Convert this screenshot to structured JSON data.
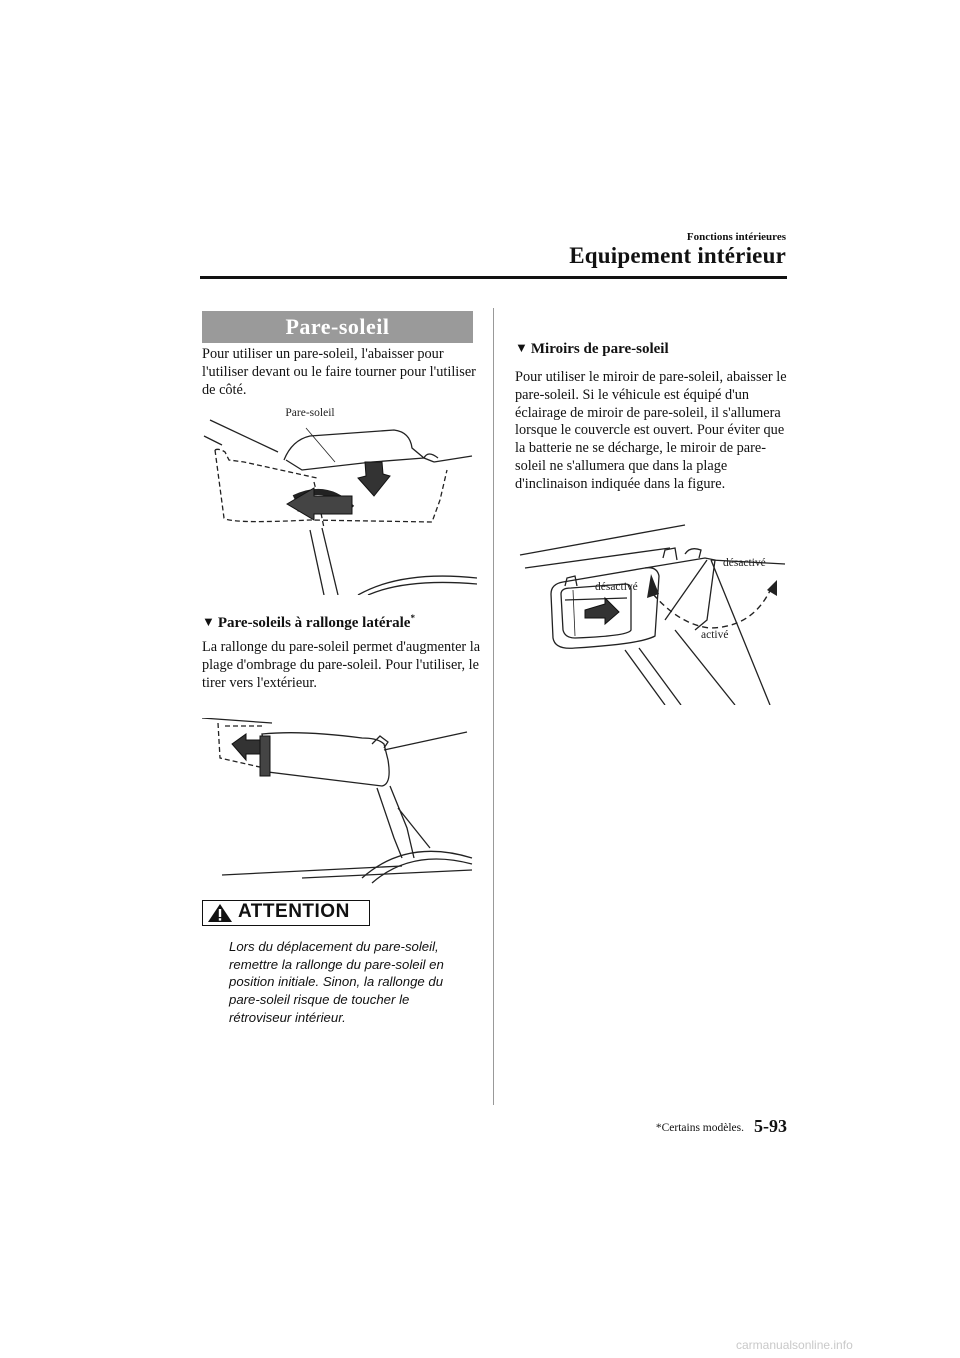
{
  "header": {
    "section": "Fonctions intérieures",
    "title": "Equipement intérieur"
  },
  "left_column": {
    "banner": "Pare-soleil",
    "intro": "Pour utiliser un pare-soleil, l'abaisser pour l'utiliser devant ou le faire tourner pour l'utiliser de côté.",
    "fig1_label": "Pare-soleil",
    "subheading": "Pare-soleils à rallonge latérale",
    "subheading_mark": "*",
    "extension_text": "La rallonge du pare-soleil permet d'augmenter la plage d'ombrage du pare-soleil. Pour l'utiliser, le tirer vers l'extérieur.",
    "attention_label": "ATTENTION",
    "attention_text": "Lors du déplacement du pare-soleil, remettre la rallonge du pare-soleil en position initiale. Sinon, la rallonge du pare-soleil risque de toucher le rétroviseur intérieur."
  },
  "right_column": {
    "subheading": "Miroirs de pare-soleil",
    "text": "Pour utiliser le miroir de pare-soleil, abaisser le pare-soleil. Si le véhicule est équipé d'un éclairage de miroir de pare-soleil, il s'allumera lorsque le couvercle est ouvert. Pour éviter que la batterie ne se décharge, le miroir de pare-soleil ne s'allumera que dans la plage d'inclinaison indiquée dans la figure.",
    "label_off_left": "désactivé",
    "label_off_right": "désactivé",
    "label_on": "activé"
  },
  "footer": {
    "footnote": "*Certains modèles.",
    "page": "5-93"
  },
  "watermark": "carmanualsonline.info"
}
